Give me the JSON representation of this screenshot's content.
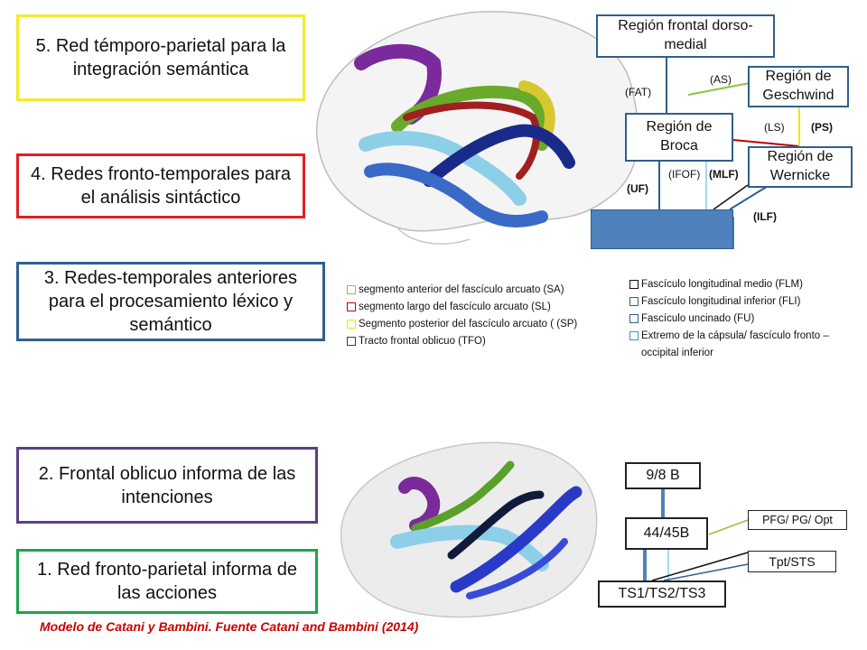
{
  "networks": {
    "n5": "5. Red  témporo-parietal para la integración semántica",
    "n4": "4. Redes fronto-temporales para el análisis sintáctico",
    "n3": "3. Redes-temporales anteriores para el procesamiento léxico y semántico",
    "n2": "2. Frontal oblicuo informa de las intenciones",
    "n1": "1. Red fronto-parietal informa de las acciones"
  },
  "colors": {
    "n5": "#f2ea2e",
    "n4": "#e31e24",
    "n3": "#2f5f8f",
    "n2": "#5b3f86",
    "n1": "#1fa34a",
    "region_border": "#2f5f8f",
    "temporal_block": "#4f81bd"
  },
  "regions": {
    "dorsomedial": "Región frontal dorso-medial",
    "geschwind": "Región de Geschwind",
    "broca": "Región de Broca",
    "wernicke": "Región de Wernicke"
  },
  "tract_labels": {
    "fat": "(FAT)",
    "as": "(AS)",
    "ls": "(LS)",
    "ps": "(PS)",
    "uf": "(UF)",
    "ifof": "(IFOF)",
    "mlf": "(MLF)",
    "ilf": "(ILF)"
  },
  "legend_left": [
    {
      "text": "segmento anterior del fascículo arcuato (SA)",
      "color": "#8dc63f"
    },
    {
      "text": "segmento largo del fascículo arcuato (SL)",
      "color": "#c00000"
    },
    {
      "text": "Segmento posterior del fascículo arcuato ( (SP)",
      "color": "#f2e600"
    },
    {
      "text": " Tracto frontal oblicuo (TFO)",
      "color": "#3a2f8a"
    }
  ],
  "legend_right": [
    {
      "text": "Fascículo longitudinal medio (FLM)",
      "color": "#111111"
    },
    {
      "text": "Fascículo longitudinal inferior (FLI)",
      "color": "#2f5f8f"
    },
    {
      "text": "Fascículo uncinado (FU)",
      "color": "#2f5f8f"
    },
    {
      "text": "Extremo de la cápsula/ fascículo fronto – occipital inferior",
      "color": "#2f9fbf"
    }
  ],
  "monkey": {
    "b98": "9/8 B",
    "b4445": "44/45B",
    "ts": "TS1/TS2/TS3",
    "pfg": "PFG/ PG/ Opt",
    "tpt": "Tpt/STS"
  },
  "caption": "Modelo de Catani y Bambini. Fuente Catani and Bambini (2014)"
}
